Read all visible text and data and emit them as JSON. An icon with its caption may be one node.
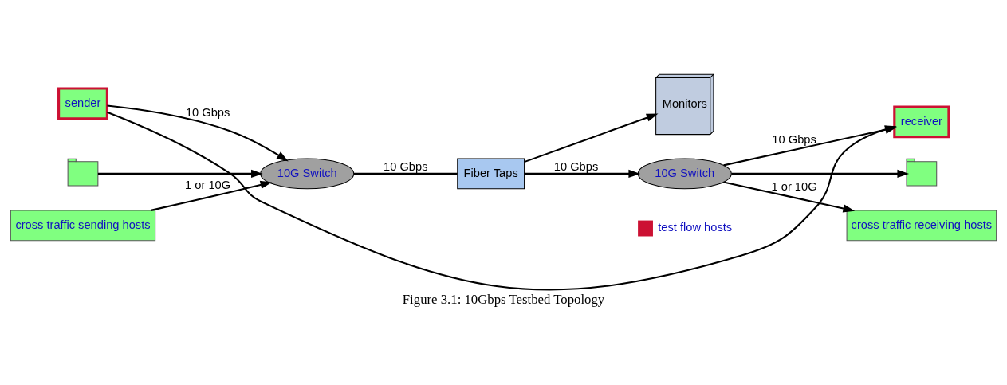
{
  "diagram": {
    "caption": "Figure 3.1: 10Gbps Testbed Topology",
    "nodes": [
      {
        "text": [
          "sender"
        ]
      },
      {
        "text": [],
        "shape": "computer"
      },
      {
        "text": [
          "cross traffic sending hosts"
        ]
      },
      {
        "text": [
          "10G Switch"
        ]
      },
      {
        "text": [
          "Fiber Taps"
        ]
      },
      {
        "text": [
          "Monitors"
        ]
      },
      {
        "text": [
          "10G Switch"
        ]
      },
      {
        "text": [
          "receiver"
        ]
      },
      {
        "text": [],
        "shape": "computer"
      },
      {
        "text": [
          "cross traffic receiving hosts"
        ]
      }
    ],
    "edges": [
      {
        "from": 0,
        "to": 3,
        "arrow": "to",
        "label": "10 Gbps"
      },
      {
        "from": 1,
        "to": 3,
        "arrow": "to"
      },
      {
        "from": 2,
        "to": 3,
        "arrow": "to",
        "label": "1 or 10G"
      },
      {
        "from": 3,
        "to": 4,
        "arrow": "none",
        "label": "10 Gbps"
      },
      {
        "from": 4,
        "to": 6,
        "arrow": "to",
        "label": "10 Gbps"
      },
      {
        "from": 4,
        "to": 5,
        "arrow": "to"
      },
      {
        "from": 6,
        "to": 7,
        "arrow": "to",
        "label": "10 Gbps"
      },
      {
        "from": 6,
        "to": 8,
        "arrow": "to"
      },
      {
        "from": 6,
        "to": 9,
        "arrow": "to",
        "label": "1 or 10G"
      },
      {
        "from": 0,
        "to": 7,
        "arrow": "to"
      }
    ],
    "legend": [
      {
        "text": "test flow hosts"
      }
    ]
  }
}
